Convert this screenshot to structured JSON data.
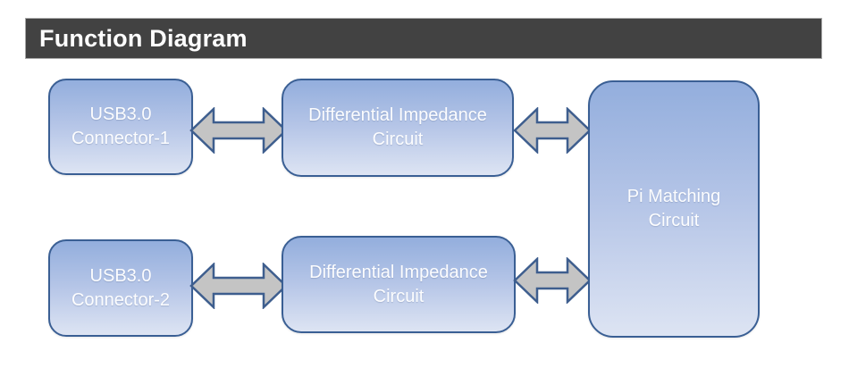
{
  "title": "Function Diagram",
  "diagram": {
    "blocks": {
      "usb1": {
        "line1": "USB3.0",
        "line2": "Connector-1"
      },
      "dic1": {
        "line1": "Differential Impedance",
        "line2": "Circuit"
      },
      "usb2": {
        "line1": "USB3.0",
        "line2": "Connector-2"
      },
      "dic2": {
        "line1": "Differential Impedance",
        "line2": "Circuit"
      },
      "pi": {
        "line1": "Pi Matching",
        "line2": "Circuit"
      }
    },
    "connections": [
      {
        "from": "USB3.0 Connector-1",
        "to": "Differential Impedance Circuit (top)",
        "type": "bidirectional"
      },
      {
        "from": "Differential Impedance Circuit (top)",
        "to": "Pi Matching Circuit",
        "type": "bidirectional"
      },
      {
        "from": "USB3.0 Connector-2",
        "to": "Differential Impedance Circuit (bottom)",
        "type": "bidirectional"
      },
      {
        "from": "Differential Impedance Circuit (bottom)",
        "to": "Pi Matching Circuit",
        "type": "bidirectional"
      }
    ],
    "colors": {
      "title_bar_bg": "#424242",
      "title_text": "#ffffff",
      "block_border": "#3a5f94",
      "block_gradient_top": "#93aedd",
      "block_gradient_bottom": "#dde4f3",
      "block_text": "#ffffff",
      "arrow_fill": "#c4c4c4",
      "arrow_border": "#3e5e8e"
    }
  }
}
